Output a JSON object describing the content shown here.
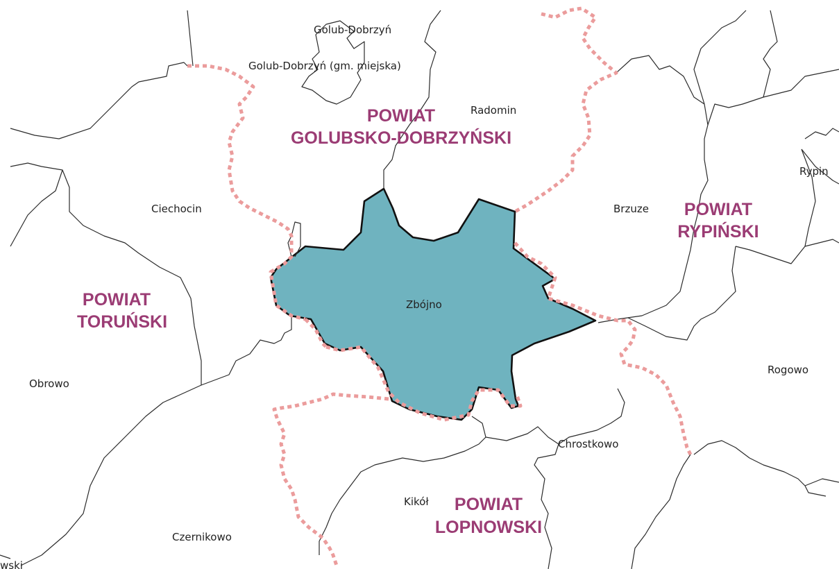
{
  "colors": {
    "selected_fill": "#6fb3bf",
    "county_border": "#eb9c9c",
    "county_label": "#9b3c74",
    "gmina_border": "#2b2b2b",
    "background": "#ffffff"
  },
  "selected_gmina": "Zbójno",
  "gmina_labels": {
    "golub_dobrzyn": "Golub-Dobrzyń",
    "golub_dobrzyn_city": "Golub-Dobrzyń (gm. miejska)",
    "radomin": "Radomin",
    "ciechocin": "Ciechocin",
    "brzuze": "Brzuze",
    "rypin": "Rypin",
    "zbojno": "Zbójno",
    "obrowo": "Obrowo",
    "rogowo": "Rogowo",
    "chrostkowo": "Chrostkowo",
    "kikol": "Kikół",
    "czernikowo": "Czernikowo",
    "edge_fragment": "wski"
  },
  "county_labels": {
    "golubsko_line1": "POWIAT",
    "golubsko_line2": "GOLUBSKO-DOBRZYŃSKI",
    "rypinski_line1": "POWIAT",
    "rypinski_line2": "RYPIŃSKI",
    "torunski_line1": "POWIAT",
    "torunski_line2": "TORUŃSKI",
    "lipnowski_line1": "POWIAT",
    "lipnowski_line2": "LOPNOWSKI"
  }
}
